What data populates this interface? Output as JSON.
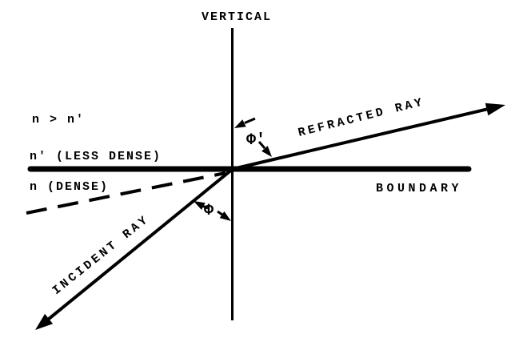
{
  "diagram": {
    "labels": {
      "vertical": "VERTICAL",
      "index_relation": "n > n′",
      "less_dense_medium": "n′ (LESS DENSE)",
      "dense_medium": "n (DENSE)",
      "boundary": "BOUNDARY",
      "refracted_ray": "REFRACTED RAY",
      "incident_ray": "INCIDENT RAY",
      "angle_refraction": "Φ′",
      "angle_incidence": "Φ"
    },
    "colors": {
      "ink": "#000000",
      "background": "#ffffff"
    }
  }
}
